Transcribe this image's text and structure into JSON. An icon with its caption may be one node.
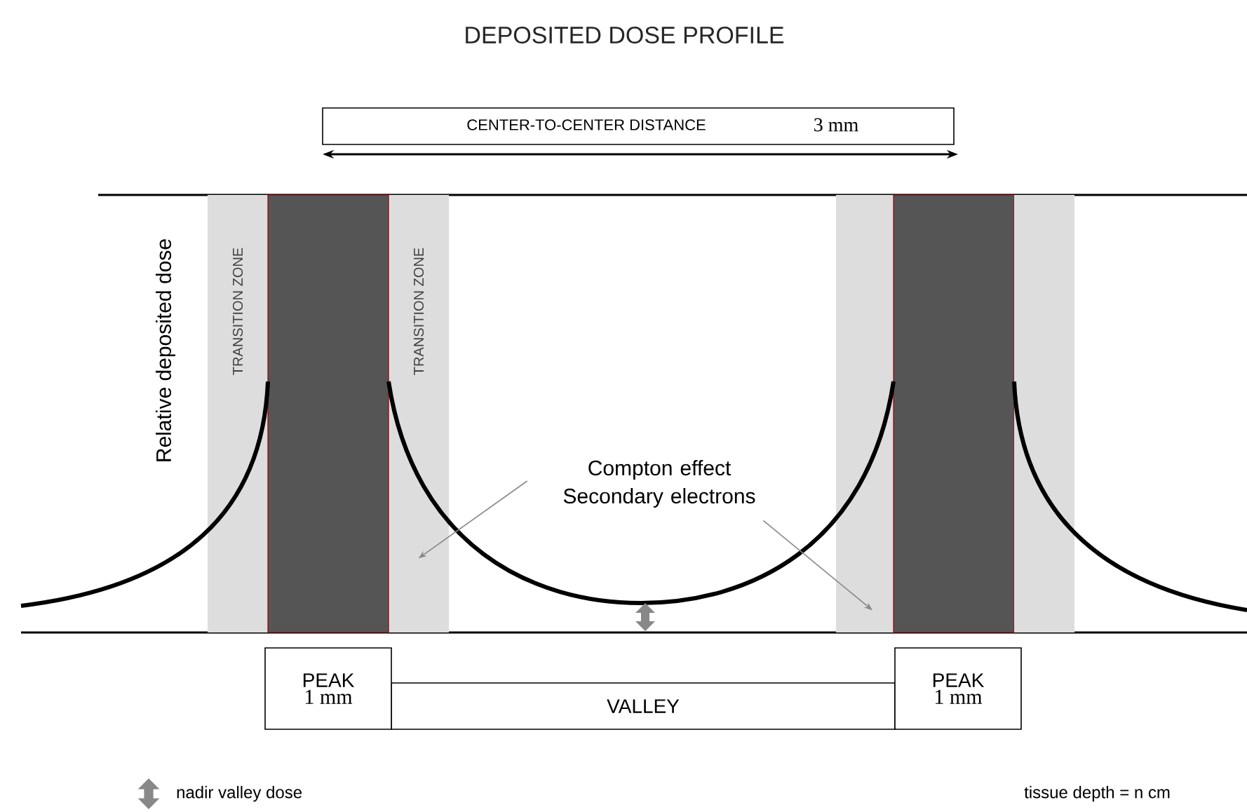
{
  "diagram": {
    "title": "DEPOSITED DOSE PROFILE",
    "nodes": [
      {
        "text": [
          "CENTER-TO-CENTER DISTANCE",
          "3 mm"
        ]
      },
      {
        "text": [
          "PEAK",
          "1 mm"
        ]
      },
      {
        "text": [
          "VALLEY"
        ]
      },
      {
        "text": [
          "PEAK",
          "1 mm"
        ]
      },
      {
        "text": [
          "TRANSITION ZONE"
        ]
      },
      {
        "text": [
          "TRANSITION ZONE"
        ]
      },
      {
        "text": [],
        "shape": "bar"
      },
      {
        "text": [],
        "shape": "bar"
      },
      {
        "text": [
          "Compton effect Secondary electrons"
        ]
      },
      {
        "text": [],
        "shape": "bar"
      },
      {
        "text": [],
        "shape": "bar"
      }
    ],
    "edges": [
      {
        "from": 8,
        "to": 5,
        "arrow": "to"
      },
      {
        "from": 8,
        "to": 7,
        "arrow": "to"
      }
    ],
    "labels": [
      "Relative deposited dose",
      "tissue depth = n cm"
    ],
    "legend": [
      {
        "text": "nadir valley dose"
      }
    ]
  }
}
